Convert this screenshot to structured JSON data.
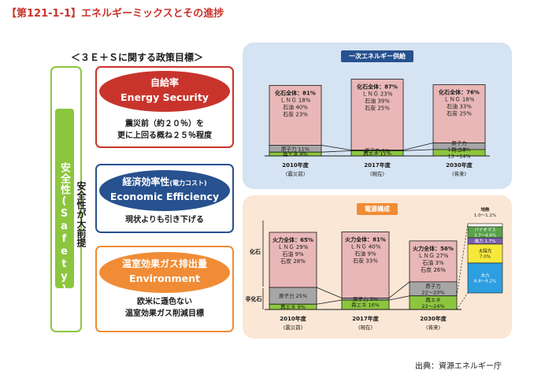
{
  "title": "【第121-1-1】エネルギーミックスとその進捗",
  "policy_heading": "＜３Ｅ＋Ｓに関する政策目標＞",
  "safety": {
    "label": "安全性(Safety)",
    "premise": "安全性が大前提"
  },
  "cards": [
    {
      "title_jp": "自給率",
      "title_en": "Energy Security",
      "desc": [
        "震災前（約２０％）を",
        "更に上回る概ね２５％程度"
      ]
    },
    {
      "title_jp": "経済効率性",
      "title_note": "(電力コスト)",
      "title_en": "Economic Efficiency",
      "desc": [
        "現状よりも引き下げる"
      ]
    },
    {
      "title_jp": "温室効果ガス排出量",
      "title_en": "Environment",
      "desc": [
        "欧米に遜色ない",
        "温室効果ガス削減目標"
      ]
    }
  ],
  "primary_energy": {
    "title": "一次エネルギー供給",
    "bars": [
      {
        "year": "2010年度",
        "note": "(震災前)",
        "fossil": [
          "化石全体：81%",
          "ＬＮＧ 18%",
          "石油 40%",
          "石炭 23%"
        ],
        "nuclear": "原子力 11%",
        "renew": "再エネ 8%",
        "fossil_pct": 81,
        "nuclear_pct": 11,
        "renew_pct": 8
      },
      {
        "year": "2017年度",
        "note": "(現在)",
        "fossil": [
          "化石全体：87%",
          "ＬＮＧ 23%",
          "石油 39%",
          "石炭 25%"
        ],
        "nuclear": "原子力 1%",
        "renew": "再エネ 11%",
        "fossil_pct": 87,
        "nuclear_pct": 1,
        "renew_pct": 11
      },
      {
        "year": "2030年度",
        "note": "(将来)",
        "fossil": [
          "化石全体：76%",
          "ＬＮＧ 18%",
          "石油 33%",
          "石炭 25%"
        ],
        "nuclear": [
          "原子力",
          "11～10%"
        ],
        "renew": [
          "再エネ",
          "13～14%"
        ],
        "fossil_pct": 76,
        "nuclear_pct": 10.5,
        "renew_pct": 13.5
      }
    ]
  },
  "power_mix": {
    "title": "電源構成",
    "axis": {
      "fossil": "化石",
      "nonfossil": "非化石"
    },
    "bars": [
      {
        "year": "2010年度",
        "note": "(震災前)",
        "fossil": [
          "火力全体：65%",
          "ＬＮＧ 29%",
          "石油 9%",
          "石炭 28%"
        ],
        "nuclear": "原子力 25%",
        "renew": "再エネ 9%",
        "fossil_pct": 65,
        "nuclear_pct": 25,
        "renew_pct": 9
      },
      {
        "year": "2017年度",
        "note": "(現在)",
        "fossil": [
          "火力全体：81%",
          "ＬＮＧ 40%",
          "石油 9%",
          "石炭 33%"
        ],
        "nuclear": "原子力 3%",
        "renew": "再エネ 16%",
        "fossil_pct": 81,
        "nuclear_pct": 3,
        "renew_pct": 16
      },
      {
        "year": "2030年度",
        "note": "(将来)",
        "fossil": [
          "火力全体：56%",
          "ＬＮＧ 27%",
          "石油 3%",
          "石炭 26%"
        ],
        "nuclear": [
          "原子力",
          "22～20%"
        ],
        "renew": [
          "再エネ",
          "22～24%"
        ],
        "fossil_pct": 56,
        "nuclear_pct": 21,
        "renew_pct": 23
      }
    ],
    "renew_breakdown": [
      {
        "label": [
          "地熱",
          "1.0～1.1%"
        ],
        "color": "#ffffff"
      },
      {
        "label": [
          "バイオマス",
          "3.7～4.6%"
        ],
        "color": "#5aa14a"
      },
      {
        "label": [
          "風力 1.7%"
        ],
        "color": "#7e5fb0"
      },
      {
        "label": [
          "太陽光",
          "7.0%"
        ],
        "color": "#f6e93b"
      },
      {
        "label": [
          "水力",
          "8.8～9.2%"
        ],
        "color": "#2c9fe0"
      }
    ]
  },
  "colors": {
    "fossil": "#e9b7b7",
    "nuclear": "#a6a6a6",
    "renew": "#8cc63f"
  },
  "source": "出典：資源エネルギー庁"
}
